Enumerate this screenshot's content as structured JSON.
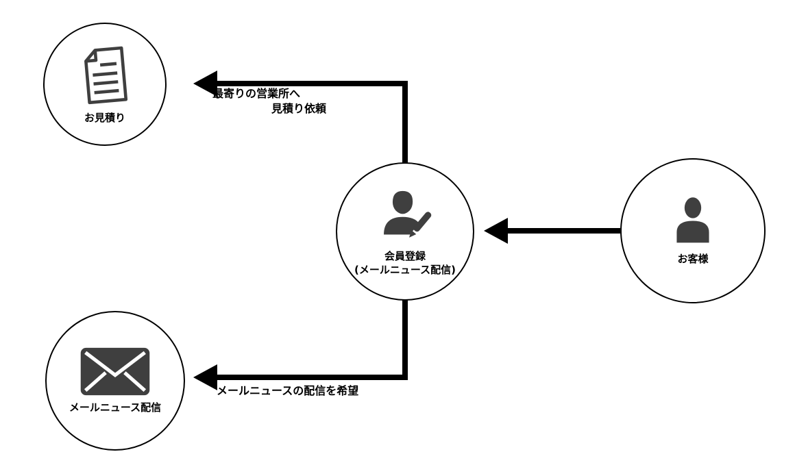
{
  "diagram": {
    "nodes": {
      "estimate": {
        "label": "お見積り",
        "icon": "document-icon"
      },
      "registration": {
        "label": "会員登録",
        "sublabel": "(メールニュース配信)",
        "icon": "person-pen-icon"
      },
      "customer": {
        "label": "お客様",
        "icon": "person-icon"
      },
      "mailnews": {
        "label": "メールニュース配信",
        "icon": "envelope-icon"
      }
    },
    "edges": {
      "estimate_request": {
        "line1": "最寄りの営業所へ",
        "line2": "見積り依頼"
      },
      "mailnews_request": {
        "label": "メールニュースの配信を希望"
      }
    },
    "colors": {
      "arrow": "#000000",
      "icon": "#3f3f3f",
      "background": "#ffffff"
    }
  }
}
